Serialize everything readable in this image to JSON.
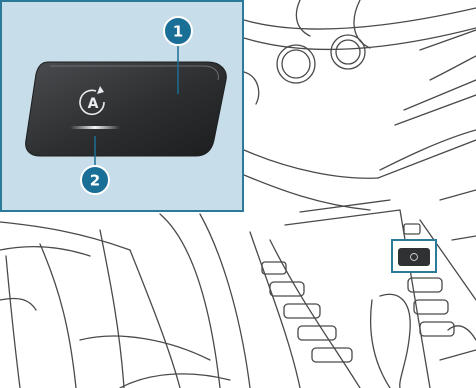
{
  "callouts": [
    {
      "number": "1"
    },
    {
      "number": "2"
    }
  ],
  "icon": {
    "name": "start-stop-icon",
    "glyph": "A"
  },
  "colors": {
    "inset_background": "#c7dde9",
    "inset_border": "#2c7a99",
    "callout_fill": "#1a6f97",
    "callout_stroke": "#ffffff",
    "button_face": "#2f3133",
    "line_art": "#4a4a4a",
    "highlight_box": "#2c7a99"
  }
}
